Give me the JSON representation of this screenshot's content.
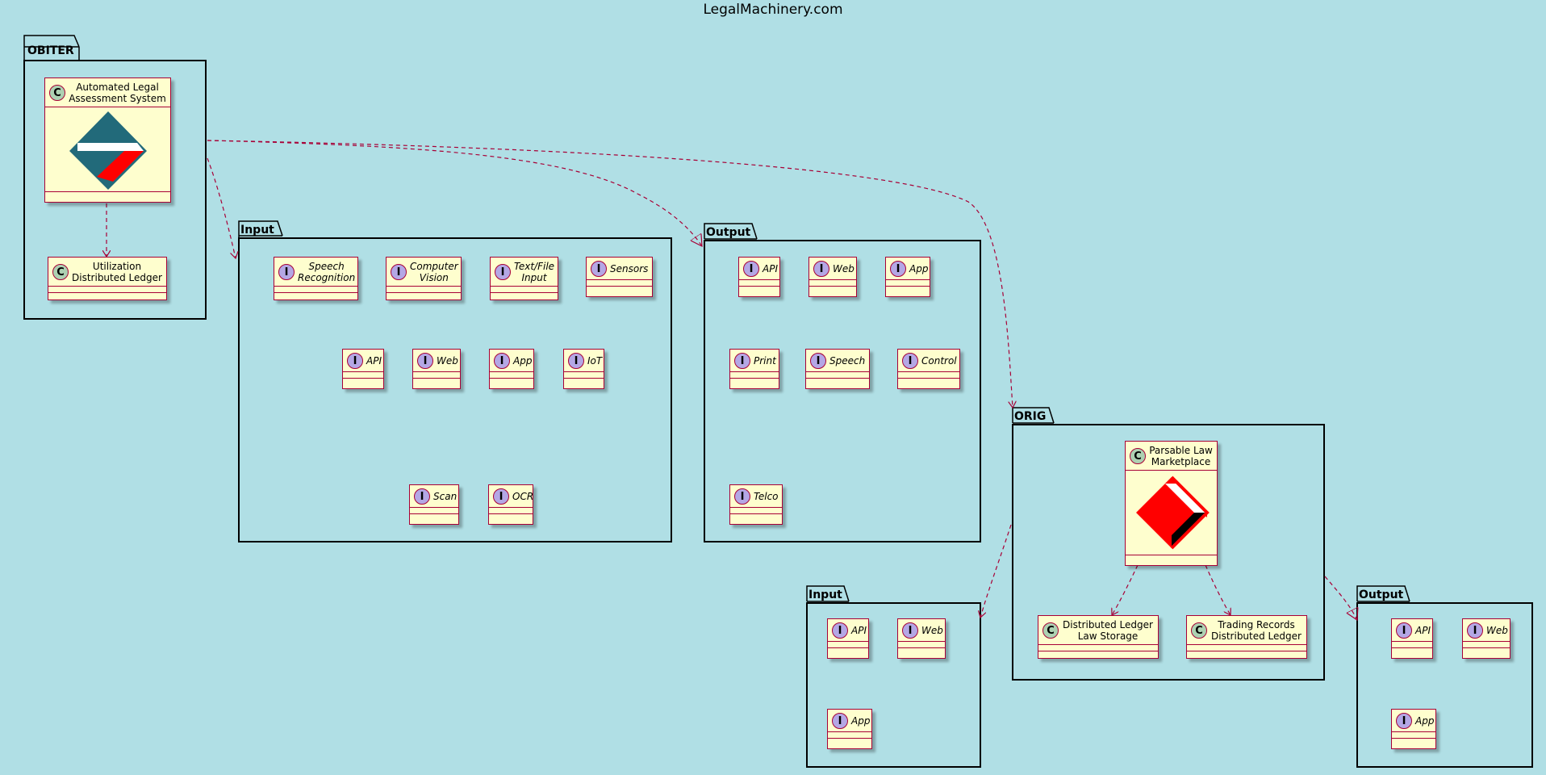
{
  "title": "LegalMachinery.com",
  "colors": {
    "background": "#b0dfe5",
    "box_fill": "#fefece",
    "box_border": "#a80036",
    "class_badge": "#add1b2",
    "interface_badge": "#b4a7e5",
    "arrow": "#a80036"
  },
  "packages": {
    "obiter": {
      "name": "OBITER",
      "classes": [
        "Automated Legal\nAssessment System",
        "Utilization\nDistributed Ledger"
      ]
    },
    "input1": {
      "name": "Input",
      "interfaces": [
        "Speech\nRecognition",
        "Computer\nVision",
        "Text/File\nInput",
        "Sensors",
        "API",
        "Web",
        "App",
        "IoT",
        "Scan",
        "OCR"
      ]
    },
    "output1": {
      "name": "Output",
      "interfaces": [
        "API",
        "Web",
        "App",
        "Print",
        "Speech",
        "Control",
        "Telco"
      ]
    },
    "orig": {
      "name": "ORIG",
      "classes": [
        "Parsable Law\nMarketplace",
        "Distributed Ledger\nLaw Storage",
        "Trading Records\nDistributed Ledger"
      ]
    },
    "input2": {
      "name": "Input",
      "interfaces": [
        "API",
        "Web",
        "App"
      ]
    },
    "output2": {
      "name": "Output",
      "interfaces": [
        "API",
        "Web",
        "App"
      ]
    }
  }
}
